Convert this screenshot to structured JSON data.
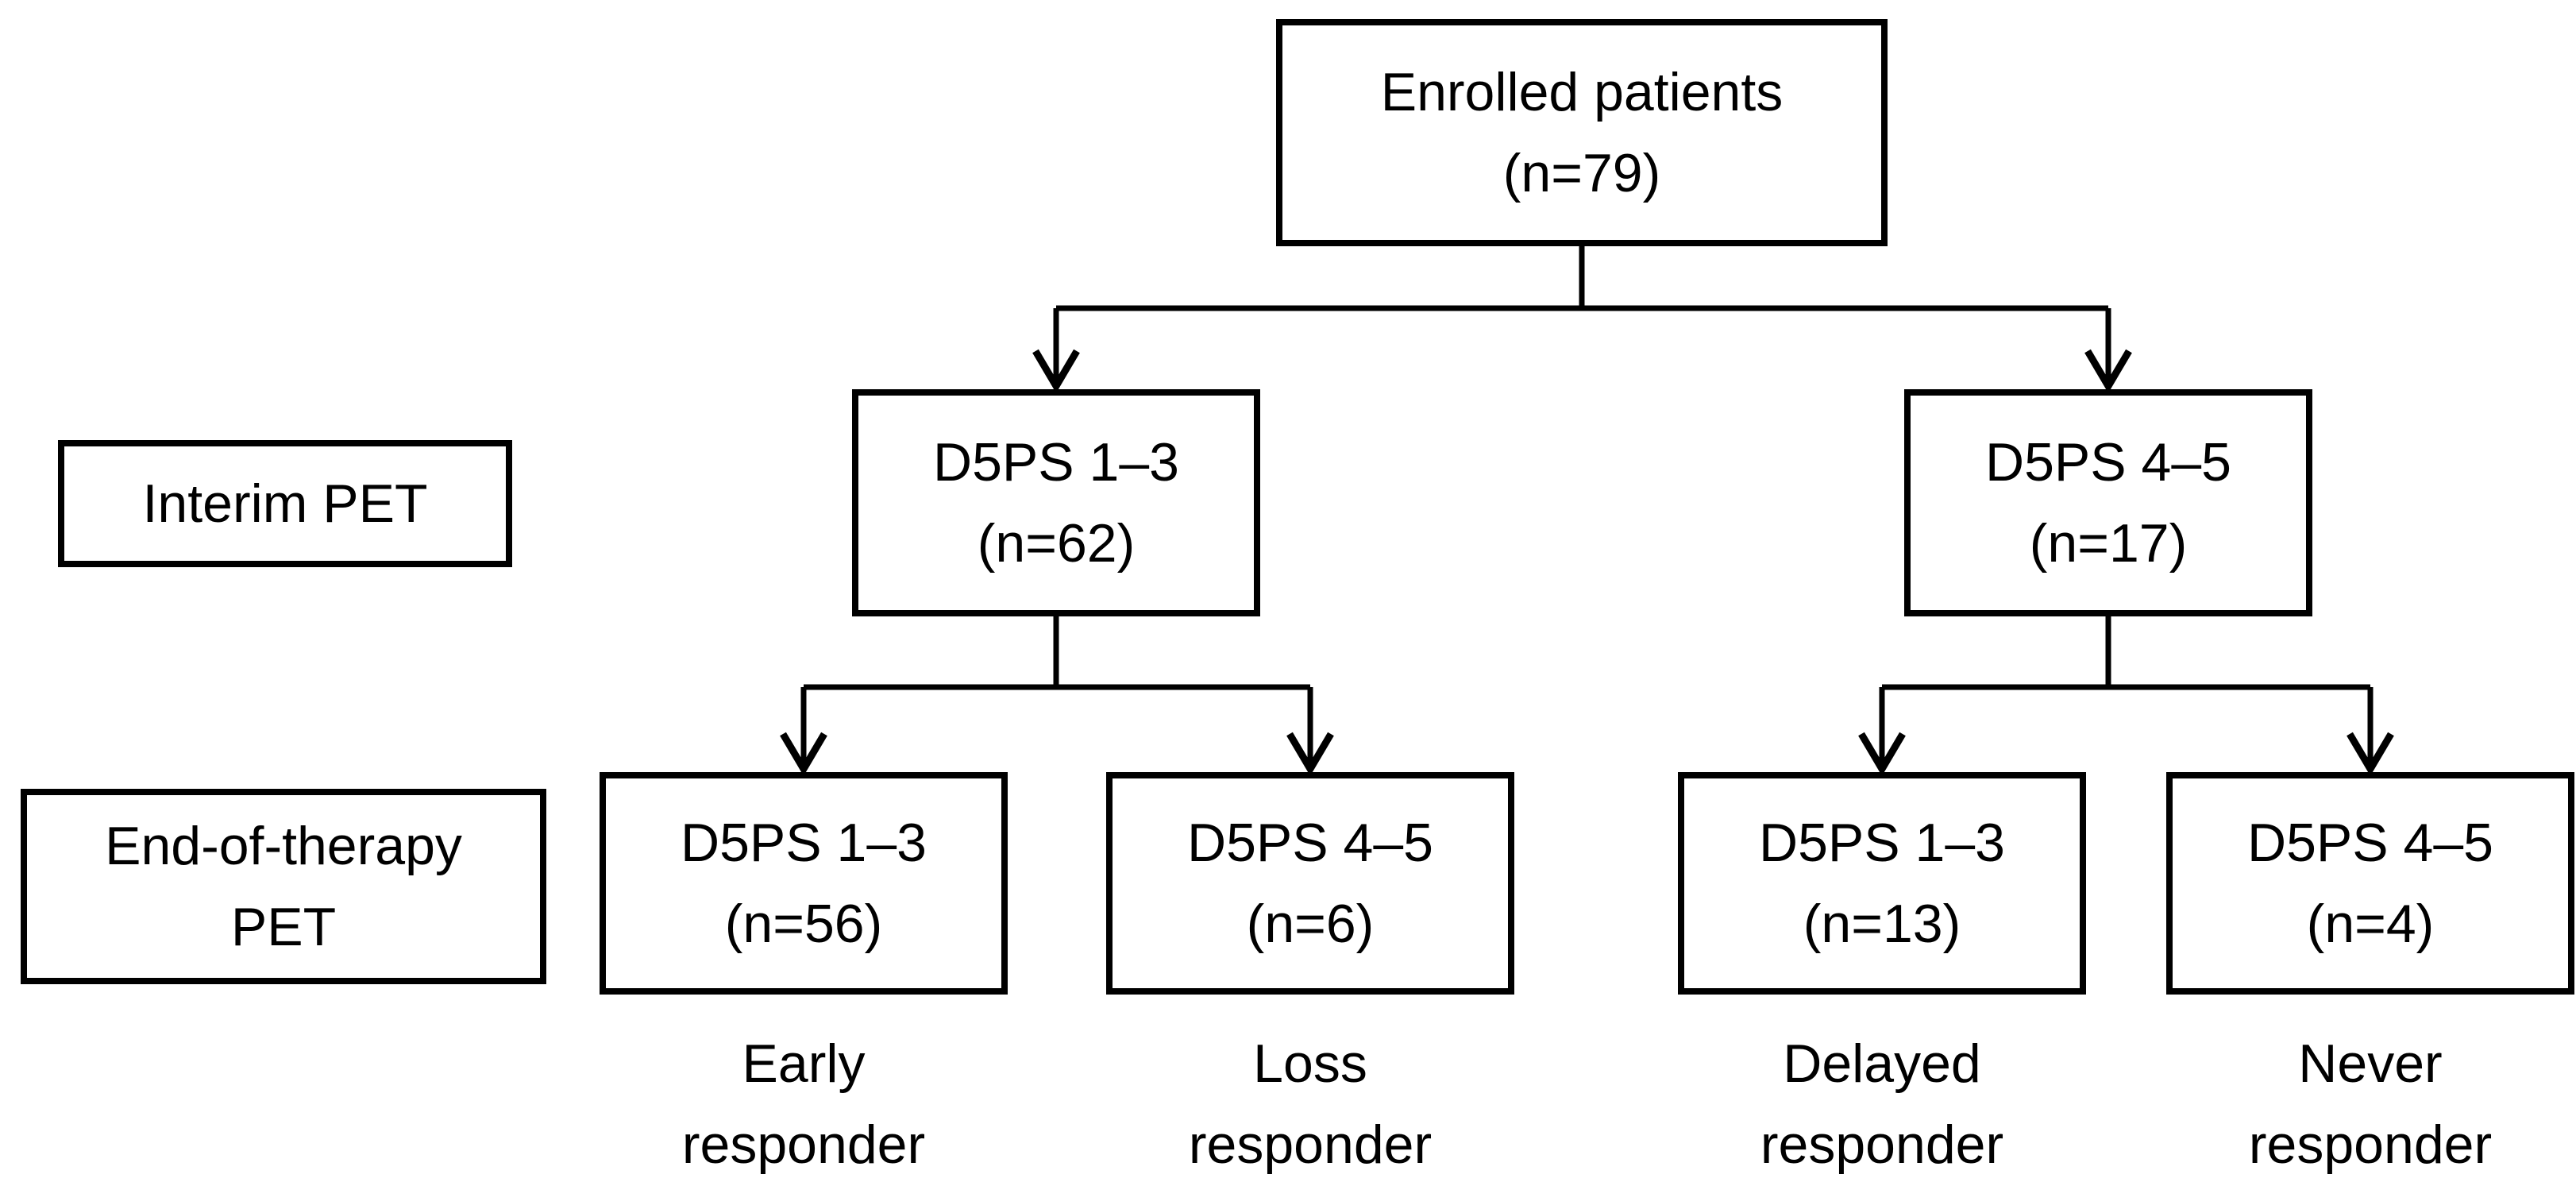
{
  "diagram": {
    "background_color": "#ffffff",
    "line_color": "#000000",
    "root": {
      "label": "Enrolled patients",
      "count": "(n=79)"
    },
    "stage_labels": {
      "interim": "Interim PET",
      "end_of_therapy": [
        "End-of-therapy",
        "PET"
      ]
    },
    "interim_nodes": [
      {
        "label": "D5PS 1–3",
        "count": "(n=62)"
      },
      {
        "label": "D5PS 4–5",
        "count": "(n=17)"
      }
    ],
    "eot_nodes": [
      {
        "label": "D5PS 1–3",
        "count": "(n=56)",
        "caption": [
          "Early",
          "responder"
        ]
      },
      {
        "label": "D5PS 4–5",
        "count": "(n=6)",
        "caption": [
          "Loss",
          "responder"
        ]
      },
      {
        "label": "D5PS 1–3",
        "count": "(n=13)",
        "caption": [
          "Delayed",
          "responder"
        ]
      },
      {
        "label": "D5PS 4–5",
        "count": "(n=4)",
        "caption": [
          "Never",
          "responder"
        ]
      }
    ]
  }
}
